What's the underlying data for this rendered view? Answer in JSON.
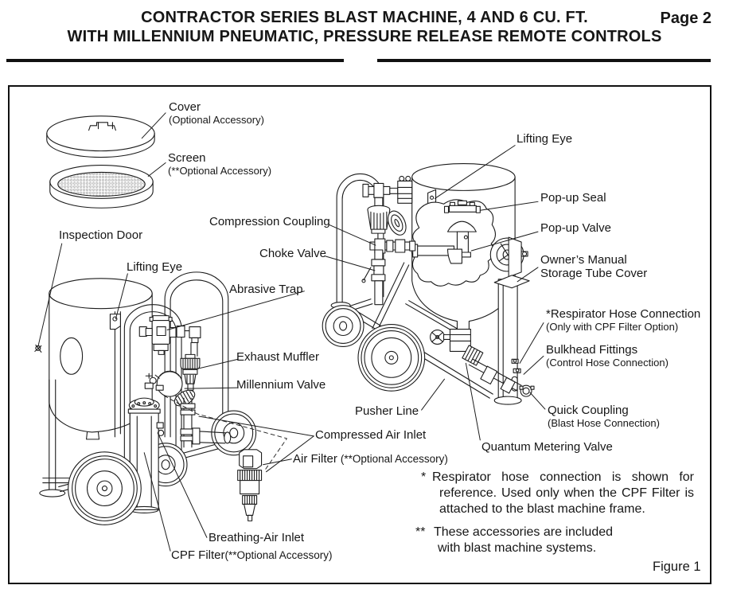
{
  "colors": {
    "ink": "#1a1a1a",
    "paper": "#ffffff"
  },
  "header": {
    "title_line1": "CONTRACTOR SERIES BLAST MACHINE, 4 AND 6 CU. FT.",
    "title_line2": "WITH MILLENNIUM PNEUMATIC, PRESSURE RELEASE REMOTE CONTROLS",
    "page_number": "Page 2"
  },
  "figure": {
    "caption": "Figure 1"
  },
  "labels": {
    "cover": {
      "title": "Cover",
      "sub": "(Optional Accessory)"
    },
    "screen": {
      "title": "Screen",
      "sub": "(**Optional Accessory)"
    },
    "inspection_door": {
      "title": "Inspection Door"
    },
    "lifting_eye_left": {
      "title": "Lifting Eye"
    },
    "compression_coupling": {
      "title": "Compression Coupling"
    },
    "choke_valve": {
      "title": "Choke Valve"
    },
    "abrasive_trap": {
      "title": "Abrasive Trap"
    },
    "exhaust_muffler": {
      "title": "Exhaust Muffler"
    },
    "millennium_valve": {
      "title": "Millennium Valve"
    },
    "compressed_air_inlet": {
      "title": "Compressed Air Inlet"
    },
    "air_filter": {
      "title": "Air Filter",
      "sub": "(**Optional Accessory)"
    },
    "breathing_air_inlet": {
      "title": "Breathing-Air Inlet"
    },
    "cpf_filter": {
      "title": "CPF Filter",
      "sub": "(**Optional Accessory)"
    },
    "lifting_eye_right": {
      "title": "Lifting Eye"
    },
    "popup_seal": {
      "title": "Pop-up Seal"
    },
    "popup_valve": {
      "title": "Pop-up Valve"
    },
    "owners_manual": {
      "title": "Owner’s Manual",
      "sub2": "Storage Tube Cover"
    },
    "respirator": {
      "title": "*Respirator Hose Connection",
      "sub": "(Only with CPF Filter Option)"
    },
    "bulkhead": {
      "title": "Bulkhead Fittings",
      "sub": "(Control Hose Connection)"
    },
    "quick_coupling": {
      "title": "Quick Coupling",
      "sub": "(Blast Hose Connection)"
    },
    "pusher_line": {
      "title": "Pusher Line"
    },
    "quantum_metering_valve": {
      "title": "Quantum Metering Valve"
    }
  },
  "notes": {
    "note1_marker": "*",
    "note1_text": "Respirator hose connection is shown for reference. Used only when the CPF Filter is attached to the blast machine frame.",
    "note2_marker": "**",
    "note2_line1": "These accessories are included",
    "note2_line2": "with blast machine systems."
  }
}
